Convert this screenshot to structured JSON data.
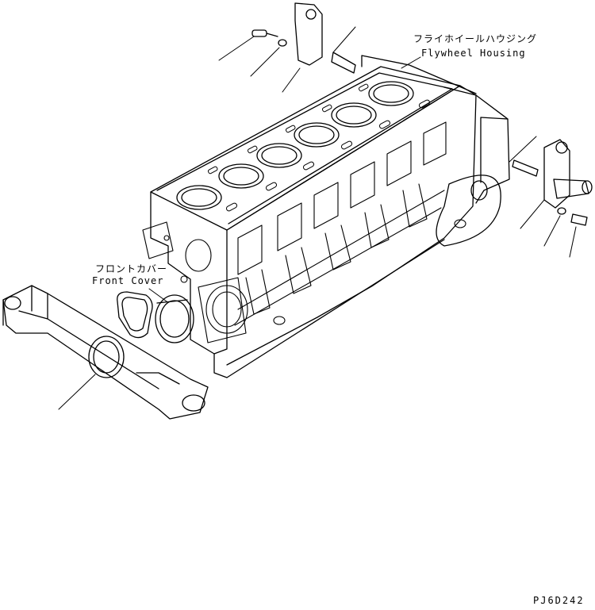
{
  "labels": {
    "flywheel_housing_jp": "フライホイールハウジング",
    "flywheel_housing_en": "Flywheel Housing",
    "front_cover_jp": "フロントカバー",
    "front_cover_en": "Front Cover"
  },
  "drawing_number": "PJ6D242",
  "line_color": "#000000",
  "background_color": "#ffffff"
}
